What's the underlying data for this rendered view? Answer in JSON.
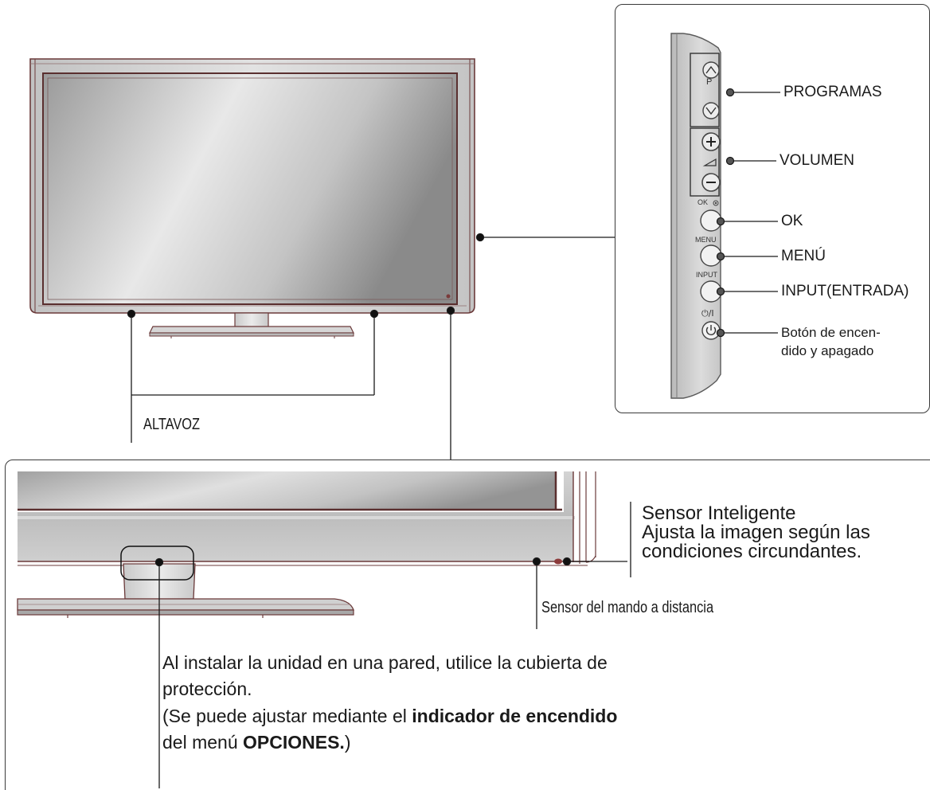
{
  "callouts": {
    "programas": "PROGRAMAS",
    "volumen": "VOLUMEN",
    "ok": "OK",
    "menu": "MENÚ",
    "input": "INPUT(ENTRADA)",
    "power_line1": "Botón de encen-",
    "power_line2": "dido y apagado",
    "altavoz": "ALTAVOZ",
    "remote_sensor": "Sensor del mando a distancia"
  },
  "panel_labels": {
    "p": "P",
    "ok": "OK",
    "menu": "MENU",
    "input": "INPUT",
    "power": "⏻/I"
  },
  "smart_sensor": {
    "title": "Sensor Inteligente",
    "line2": "Ajusta la imagen según las",
    "line3": "condiciones circundantes."
  },
  "wall_note": {
    "line1": "Al instalar la unidad en una pared, utilice la cubierta de",
    "line2": "protección.",
    "line3_a": "(Se puede ajustar mediante el ",
    "line3_b": "indicador de encendido",
    "line4_a": "del menú ",
    "line4_b": "OPCIONES.",
    "line4_c": ")"
  },
  "colors": {
    "frame": "#6b3a3a",
    "screen_light": "#dedede",
    "screen_dark": "#8c8c8c"
  }
}
